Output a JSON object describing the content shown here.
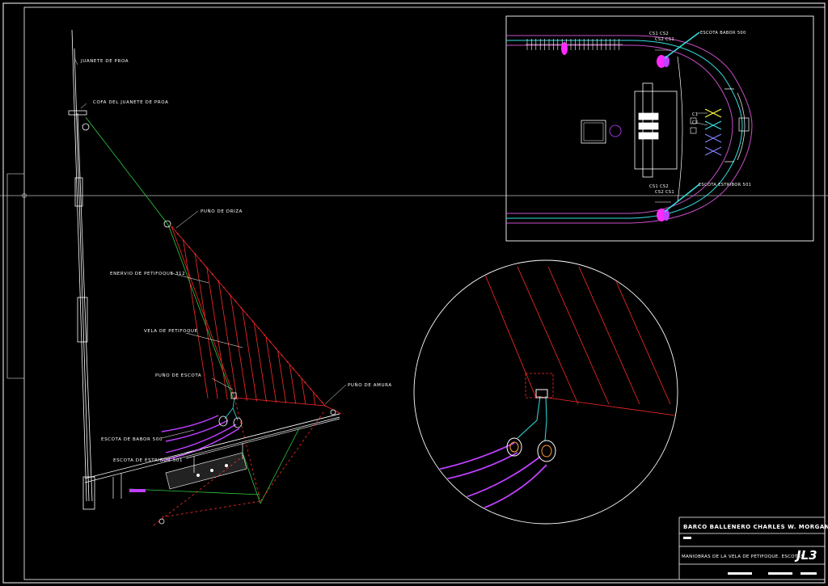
{
  "labels": {
    "juanete_proa": "JUANETE DE PROA",
    "cofa_juanete": "COFA DEL JUANETE DE PROA",
    "punio_driza": "PUÑO DE DRIZA",
    "enervio": "ENERVIO DE PETIFOQUE 312",
    "vela": "VELA DE PETIFOQUE",
    "punio_escota": "PUÑO DE ESCOTA",
    "punio_amura": "PUÑO DE AMURA",
    "escota_babor": "ESCOTA DE BABOR 500",
    "escota_estribor": "ESCOTA DE ESTRIBOR 501"
  },
  "plan_labels": {
    "cs_top": "CS1 CS2",
    "cs_top2": "CS2 CS1",
    "escota_babor": "ESCOTA BABOR 500",
    "c1": "C1",
    "c2": "C2",
    "cs_bottom": "CS1 CS2",
    "cs_bottom2": "CS2 CS1",
    "escota_estribor": "ESCOTA ESTRIBOR 501"
  },
  "title_block": {
    "vessel": "BARCO BALLENERO CHARLES W. MORGAN",
    "subtitle": "MANIOBRAS DE LA VELA DE PETIFOQUE. ESCOTAS",
    "code": "JL3"
  },
  "colors": {
    "background": "#000000",
    "frame": "#ffffff",
    "sail": "#ff2a2a",
    "rope_green": "#2ecc40",
    "sheet_magenta": "#c040ff",
    "cyan": "#34e0e0",
    "hull": "#c850c8"
  }
}
